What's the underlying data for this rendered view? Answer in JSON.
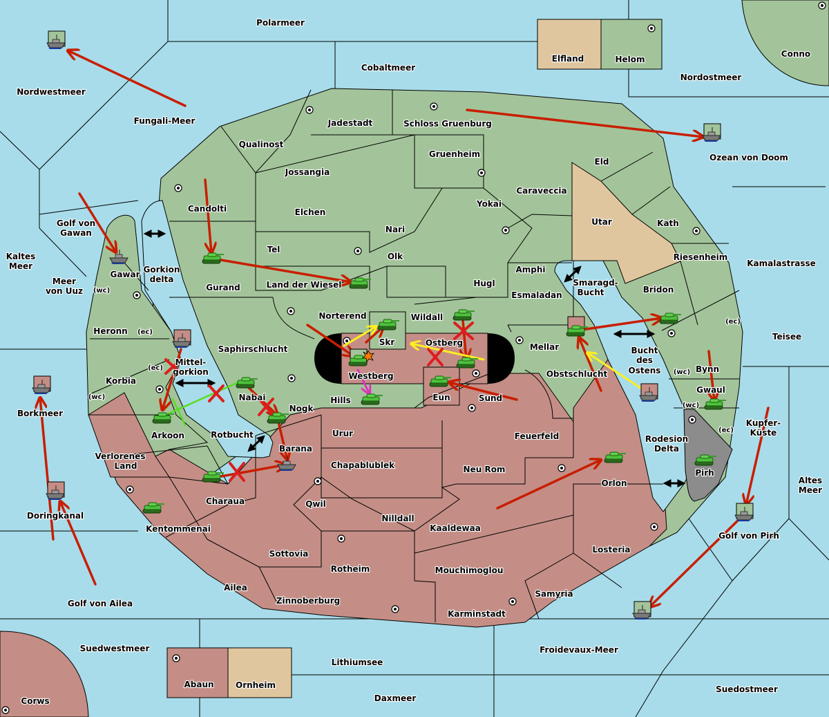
{
  "colors": {
    "sea": "#a8dcea",
    "player_green": "#a3c49a",
    "player_red": "#c48e86",
    "neutral_tan": "#e0c69e",
    "impassable_gray": "#8c8c8c",
    "move_order": "#c81e00",
    "support_order": "#ffee22",
    "convoy_order": "#dd33bb",
    "cross_support": "#55dd22"
  },
  "seas": [
    {
      "id": "polarmeer",
      "name": "Polarmeer"
    },
    {
      "id": "cobaltmeer",
      "name": "Cobaltmeer"
    },
    {
      "id": "nordostmeer",
      "name": "Nordostmeer"
    },
    {
      "id": "nordwestmeer",
      "name": "Nordwestmeer"
    },
    {
      "id": "fungali-meer",
      "name": "Fungali-Meer"
    },
    {
      "id": "ozean-von-doom",
      "name": "Ozean von Doom"
    },
    {
      "id": "golf-von-gawan",
      "name": "Golf von Gawan"
    },
    {
      "id": "kaltes-meer",
      "name": "Kaltes Meer"
    },
    {
      "id": "meer-von-uuz",
      "name": "Meer von Uuz"
    },
    {
      "id": "gorkion-delta",
      "name": "Gorkion delta"
    },
    {
      "id": "mittel-gorkion",
      "name": "Mittel- gorkion"
    },
    {
      "id": "rotbucht",
      "name": "Rotbucht"
    },
    {
      "id": "borkmeer",
      "name": "Borkmeer"
    },
    {
      "id": "doringkanal",
      "name": "Doringkanal"
    },
    {
      "id": "golf-von-ailea",
      "name": "Golf von Ailea"
    },
    {
      "id": "suedwestmeer",
      "name": "Suedwestmeer"
    },
    {
      "id": "lithiumsee",
      "name": "Lithiumsee"
    },
    {
      "id": "daxmeer",
      "name": "Daxmeer"
    },
    {
      "id": "froidevaux-meer",
      "name": "Froidevaux-Meer"
    },
    {
      "id": "suedostmeer",
      "name": "Suedostmeer"
    },
    {
      "id": "golf-von-pirh",
      "name": "Golf von Pirh"
    },
    {
      "id": "altes-meer",
      "name": "Altes Meer"
    },
    {
      "id": "kupfer-kueste",
      "name": "Kupfer- Küste"
    },
    {
      "id": "rodesion-delta",
      "name": "Rodesion Delta"
    },
    {
      "id": "bucht-des-ostens",
      "name": "Bucht des Ostens"
    },
    {
      "id": "smaragd-bucht",
      "name": "Smaragd- Bucht"
    },
    {
      "id": "teisee",
      "name": "Teisee"
    },
    {
      "id": "kamalastrasse",
      "name": "Kamalastrasse"
    }
  ],
  "lands": [
    {
      "id": "elfland",
      "name": "Elfland",
      "owner": "neutral"
    },
    {
      "id": "helom",
      "name": "Helom",
      "owner": "green",
      "sc": true
    },
    {
      "id": "conno",
      "name": "Conno",
      "owner": "green",
      "sc": true
    },
    {
      "id": "jadestadt",
      "name": "Jadestadt",
      "owner": "green",
      "sc": true
    },
    {
      "id": "schloss-gruenburg",
      "name": "Schloss Gruenburg",
      "owner": "green",
      "sc": true
    },
    {
      "id": "qualinost",
      "name": "Qualinost",
      "owner": "green"
    },
    {
      "id": "jossangia",
      "name": "Jossangia",
      "owner": "green"
    },
    {
      "id": "gruenheim",
      "name": "Gruenheim",
      "owner": "green",
      "sc": true
    },
    {
      "id": "eld",
      "name": "Eld",
      "owner": "green"
    },
    {
      "id": "caraveccia",
      "name": "Caraveccia",
      "owner": "green"
    },
    {
      "id": "yokai",
      "name": "Yokai",
      "owner": "green",
      "sc": true
    },
    {
      "id": "utar",
      "name": "Utar",
      "owner": "neutral"
    },
    {
      "id": "kath",
      "name": "Kath",
      "owner": "green",
      "sc": true
    },
    {
      "id": "candolti",
      "name": "Candolti",
      "owner": "green",
      "sc": true
    },
    {
      "id": "elchen",
      "name": "Elchen",
      "owner": "green"
    },
    {
      "id": "nari",
      "name": "Nari",
      "owner": "green"
    },
    {
      "id": "tel",
      "name": "Tel",
      "owner": "green",
      "sc": true
    },
    {
      "id": "olk",
      "name": "Olk",
      "owner": "green"
    },
    {
      "id": "amphi",
      "name": "Amphi",
      "owner": "green"
    },
    {
      "id": "riesenheim",
      "name": "Riesenheim",
      "owner": "green"
    },
    {
      "id": "gawar",
      "name": "Gawar",
      "owner": "green",
      "sc": true
    },
    {
      "id": "gurand",
      "name": "Gurand",
      "owner": "green"
    },
    {
      "id": "land-der-wiesel",
      "name": "Land der Wiesel",
      "owner": "green"
    },
    {
      "id": "hugl",
      "name": "Hugl",
      "owner": "green"
    },
    {
      "id": "esmaladan",
      "name": "Esmaladan",
      "owner": "green"
    },
    {
      "id": "bridon",
      "name": "Bridon",
      "owner": "green",
      "sc": true
    },
    {
      "id": "heronn",
      "name": "Heronn",
      "owner": "green"
    },
    {
      "id": "norterend",
      "name": "Norterend",
      "owner": "green",
      "sc": true
    },
    {
      "id": "wildall",
      "name": "Wildall",
      "owner": "green"
    },
    {
      "id": "skr",
      "name": "Skr",
      "owner": "green"
    },
    {
      "id": "mellar",
      "name": "Mellar",
      "owner": "green",
      "sc": true
    },
    {
      "id": "saphirschlucht",
      "name": "Saphirschlucht",
      "owner": "green",
      "sc": true
    },
    {
      "id": "korbia",
      "name": "Korbia",
      "owner": "green"
    },
    {
      "id": "arkoon",
      "name": "Arkoon",
      "owner": "green",
      "sc": true
    },
    {
      "id": "nabai",
      "name": "Nabai",
      "owner": "green"
    },
    {
      "id": "bynn",
      "name": "Bynn",
      "owner": "green"
    },
    {
      "id": "gwaul",
      "name": "Gwaul",
      "owner": "green"
    },
    {
      "id": "barana",
      "name": "Barana",
      "owner": "green"
    },
    {
      "id": "ostberg",
      "name": "Ostberg",
      "owner": "red",
      "sc": true
    },
    {
      "id": "westberg",
      "name": "Westberg",
      "owner": "red",
      "sc": true
    },
    {
      "id": "hills",
      "name": "Hills",
      "owner": "red"
    },
    {
      "id": "eun",
      "name": "Eun",
      "owner": "red"
    },
    {
      "id": "sund",
      "name": "Sund",
      "owner": "red",
      "sc": true
    },
    {
      "id": "obstschlucht",
      "name": "Obstschlucht",
      "owner": "red"
    },
    {
      "id": "nogk",
      "name": "Nogk",
      "owner": "red"
    },
    {
      "id": "urur",
      "name": "Urur",
      "owner": "red"
    },
    {
      "id": "feuerfeld",
      "name": "Feuerfeld",
      "owner": "red"
    },
    {
      "id": "chapablublek",
      "name": "Chapablublek",
      "owner": "red"
    },
    {
      "id": "neu-rom",
      "name": "Neu Rom",
      "owner": "red",
      "sc": true
    },
    {
      "id": "orlon",
      "name": "Orlon",
      "owner": "red",
      "sc": true
    },
    {
      "id": "verlorenes-land",
      "name": "Verlorenes Land",
      "owner": "red"
    },
    {
      "id": "charaua",
      "name": "Charaua",
      "owner": "red"
    },
    {
      "id": "qwil",
      "name": "Qwil",
      "owner": "red",
      "sc": true
    },
    {
      "id": "nilldall",
      "name": "Nilldall",
      "owner": "red"
    },
    {
      "id": "kaaldewaa",
      "name": "Kaaldewaa",
      "owner": "red"
    },
    {
      "id": "kentommenai",
      "name": "Kentommenai",
      "owner": "red",
      "sc": true
    },
    {
      "id": "sottovia",
      "name": "Sottovia",
      "owner": "red"
    },
    {
      "id": "rotheim",
      "name": "Rotheim",
      "owner": "red",
      "sc": true
    },
    {
      "id": "mouchimoglou",
      "name": "Mouchimoglou",
      "owner": "red"
    },
    {
      "id": "losteria",
      "name": "Losteria",
      "owner": "red",
      "sc": true
    },
    {
      "id": "ailea",
      "name": "Ailea",
      "owner": "red"
    },
    {
      "id": "zinnoberburg",
      "name": "Zinnoberburg",
      "owner": "red",
      "sc": true
    },
    {
      "id": "samyria",
      "name": "Samyria",
      "owner": "red"
    },
    {
      "id": "karminstadt",
      "name": "Karminstadt",
      "owner": "red",
      "sc": true
    },
    {
      "id": "pirh",
      "name": "Pirh",
      "owner": "impassable",
      "sc": true
    },
    {
      "id": "abaun",
      "name": "Abaun",
      "owner": "red",
      "sc": true
    },
    {
      "id": "ornheim",
      "name": "Ornheim",
      "owner": "neutral"
    },
    {
      "id": "corws",
      "name": "Corws",
      "owner": "red",
      "sc": true
    }
  ],
  "coast_tags": [
    "(wc)",
    "(ec)",
    "(ec)",
    "(wc)",
    "(ec)",
    "(wc)",
    "(wc)",
    "(ec)"
  ],
  "units": [
    {
      "type": "fleet",
      "owner": "green",
      "location": "Nordwestmeer"
    },
    {
      "type": "fleet",
      "owner": "green",
      "location": "Ozean von Doom"
    },
    {
      "type": "fleet",
      "owner": "green",
      "location": "Golf von Gawan"
    },
    {
      "type": "army",
      "owner": "green",
      "location": "Gurand"
    },
    {
      "type": "army",
      "owner": "green",
      "location": "Land der Wiesel"
    },
    {
      "type": "fleet",
      "owner": "red",
      "location": "Mittel-gorkion"
    },
    {
      "type": "fleet",
      "owner": "red",
      "location": "Borkmeer"
    },
    {
      "type": "fleet",
      "owner": "red",
      "location": "Doringkanal"
    },
    {
      "type": "army",
      "owner": "green",
      "location": "Arkoon"
    },
    {
      "type": "army",
      "owner": "green",
      "location": "Nabai"
    },
    {
      "type": "army",
      "owner": "green",
      "location": "Nogk"
    },
    {
      "type": "fleet",
      "owner": "green",
      "location": "Barana"
    },
    {
      "type": "army",
      "owner": "green",
      "location": "Charaua"
    },
    {
      "type": "army",
      "owner": "green",
      "location": "Kentommenai"
    },
    {
      "type": "army",
      "owner": "green",
      "location": "Skr"
    },
    {
      "type": "army",
      "owner": "red",
      "location": "Westberg"
    },
    {
      "type": "army",
      "owner": "green",
      "location": "Hills"
    },
    {
      "type": "army",
      "owner": "green",
      "location": "Wildall"
    },
    {
      "type": "army",
      "owner": "green",
      "location": "Ostberg"
    },
    {
      "type": "army",
      "owner": "green",
      "location": "Eun"
    },
    {
      "type": "army",
      "owner": "red",
      "location": "Mellar"
    },
    {
      "type": "army",
      "owner": "green",
      "location": "Bridon"
    },
    {
      "type": "fleet",
      "owner": "red",
      "location": "Bucht des Ostens"
    },
    {
      "type": "army",
      "owner": "green",
      "location": "Gwaul"
    },
    {
      "type": "army",
      "owner": "green",
      "location": "Pirh"
    },
    {
      "type": "army",
      "owner": "green",
      "location": "Orlon"
    },
    {
      "type": "fleet",
      "owner": "green",
      "location": "Golf von Pirh"
    },
    {
      "type": "fleet",
      "owner": "green",
      "location": "Froidevaux-Meer"
    }
  ],
  "legend_icons": {
    "supply_center": "supply-center-icon",
    "army": "tank-icon",
    "fleet": "ship-icon",
    "failed_order": "red-x-icon",
    "dislodged": "explosion-icon",
    "connection": "double-arrow-icon"
  }
}
